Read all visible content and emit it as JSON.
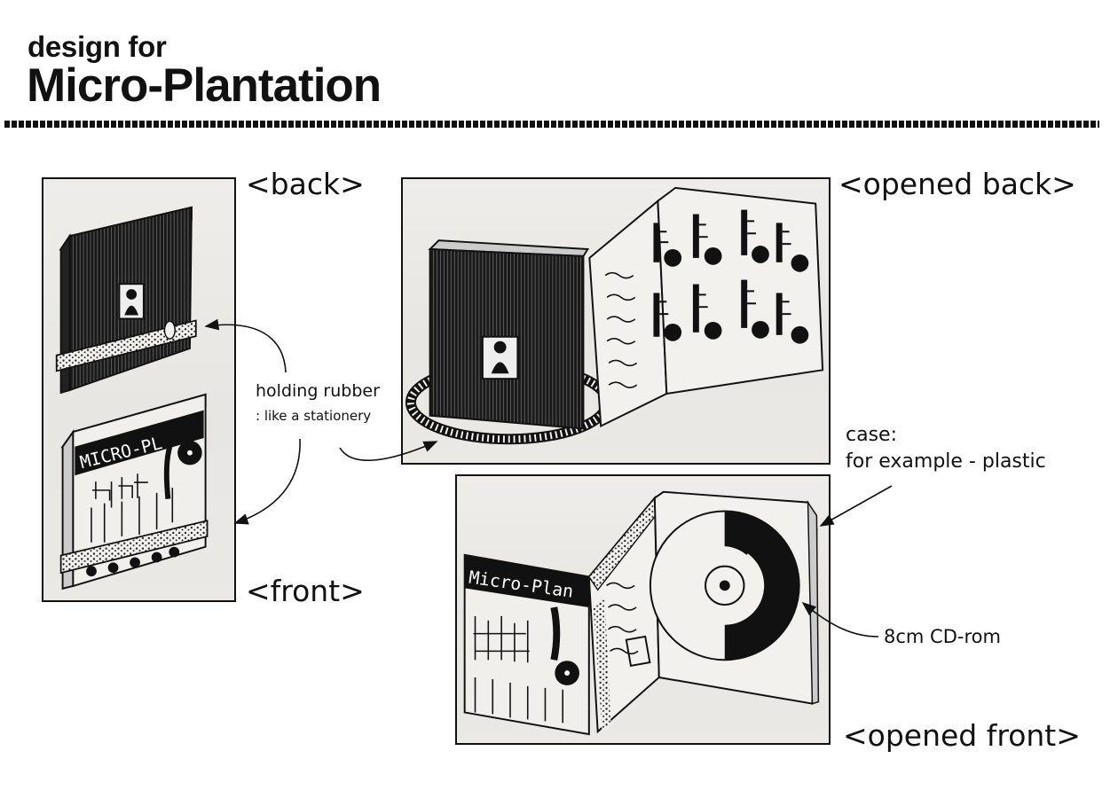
{
  "header": {
    "subtitle": "design for",
    "title": "Micro-Plantation"
  },
  "labels": {
    "back": "<back>",
    "front": "<front>",
    "opened_back": "<opened back>",
    "opened_front": "<opened front>"
  },
  "annotations": {
    "rubber_title": "holding rubber",
    "rubber_sub": ": like a stationery",
    "case_line1": "case:",
    "case_line2": "for example - plastic",
    "cd_label": "8cm CD-rom"
  },
  "sketch_text": {
    "front_cover": "MICRO-PL",
    "opened_front_cover": "Micro-Plan"
  }
}
